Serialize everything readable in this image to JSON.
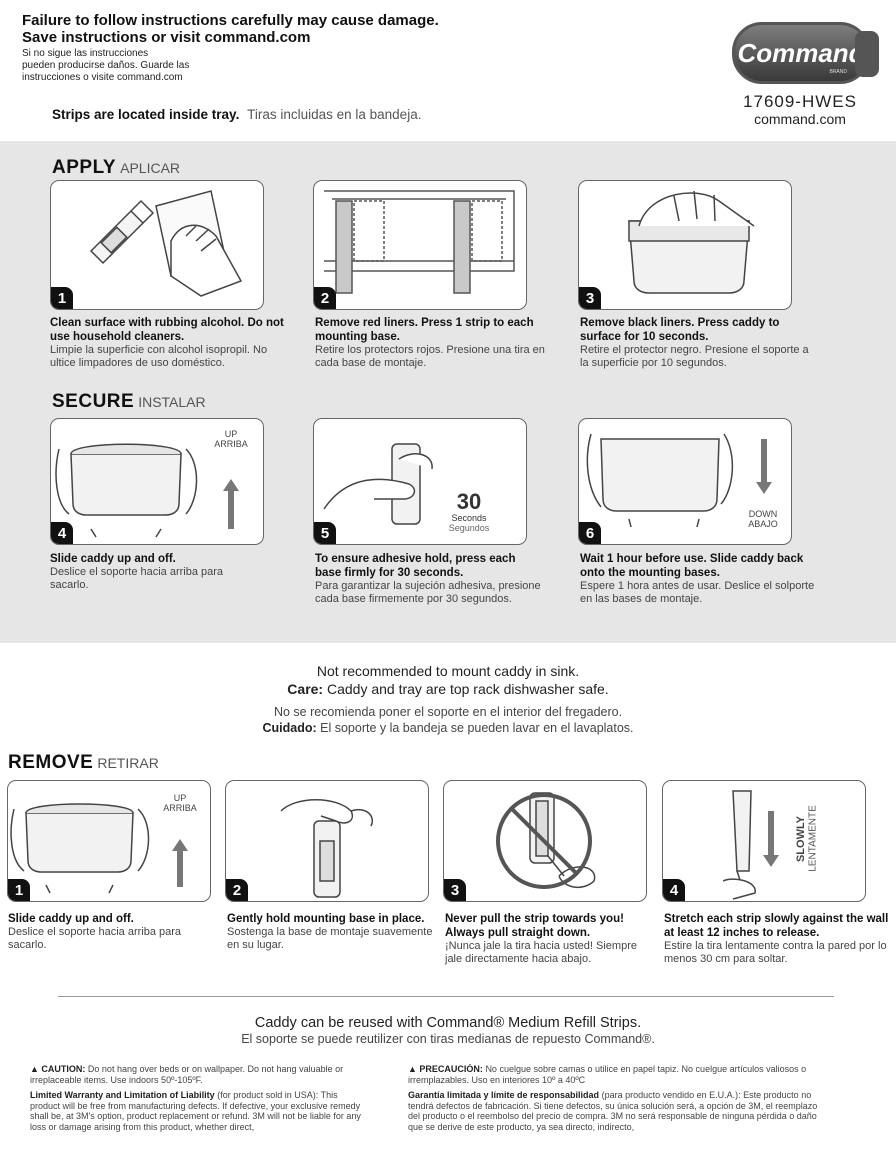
{
  "header": {
    "warning_en_1": "Failure to follow instructions carefully may cause damage.",
    "warning_en_2": "Save instructions or visit command.com",
    "warning_es_1": "Si no sigue las instrucciones",
    "warning_es_2": "pueden producirse daños. Guarde las",
    "warning_es_3": "instrucciones o visite command.com",
    "strips_en": "Strips are located inside tray.",
    "strips_es": "Tiras incluidas en la bandeja.",
    "logo_text": "Command",
    "logo_brand": "BRAND",
    "sku": "17609-HWES",
    "site": "command.com"
  },
  "apply": {
    "title": "APPLY",
    "subtitle": "APLICAR",
    "steps": [
      {
        "num": "1",
        "en": "Clean surface with rubbing alcohol. Do not use household cleaners.",
        "es": "Limpie la superficie con alcohol isopropil. No ultice limpadores de uso doméstico."
      },
      {
        "num": "2",
        "en": "Remove red liners. Press 1 strip to each mounting base.",
        "es": "Retire los protectors rojos. Presione una tira en cada base de montaje."
      },
      {
        "num": "3",
        "en": "Remove black liners. Press caddy to surface for 10 seconds.",
        "es": "Retire el protector negro. Presione el soporte a la superficie por 10 segundos."
      }
    ]
  },
  "secure": {
    "title": "SECURE",
    "subtitle": "INSTALAR",
    "up_en": "UP",
    "up_es": "ARRIBA",
    "seconds_num": "30",
    "seconds_en": "Seconds",
    "seconds_es": "Segundos",
    "down_en": "DOWN",
    "down_es": "ABAJO",
    "steps": [
      {
        "num": "4",
        "en": "Slide caddy up and off.",
        "es": "Deslice el soporte hacia arriba para sacarlo."
      },
      {
        "num": "5",
        "en": "To ensure adhesive hold, press each base firmly for 30 seconds.",
        "es": "Para garantizar la sujeción adhesiva, presione cada base firmemente por 30 segundos."
      },
      {
        "num": "6",
        "en": "Wait 1 hour before use. Slide caddy back onto the mounting bases.",
        "es": "Espere 1 hora antes de usar. Deslice el solporte en las bases de montaje."
      }
    ]
  },
  "care": {
    "line1": "Not recommended to mount caddy in sink.",
    "care_label": "Care:",
    "line2": "Caddy and tray are top rack dishwasher safe.",
    "line3": "No se recomienda poner el soporte en el interior del fregadero.",
    "cuidado_label": "Cuidado:",
    "line4": "El soporte y la bandeja se pueden lavar en el lavaplatos."
  },
  "remove": {
    "title": "REMOVE",
    "subtitle": "RETIRAR",
    "up_en": "UP",
    "up_es": "ARRIBA",
    "slowly_en": "SLOWLY",
    "slowly_es": "LENTAMENTE",
    "steps": [
      {
        "num": "1",
        "en": "Slide caddy up and off.",
        "es": "Deslice el soporte hacia arriba para sacarlo."
      },
      {
        "num": "2",
        "en": "Gently hold mounting base in place.",
        "es": "Sostenga la base de montaje suavemente en su lugar."
      },
      {
        "num": "3",
        "en": "Never pull the strip towards you! Always pull straight down.",
        "es": "¡Nunca jale la tira hacia usted! Siempre jale directamente hacia abajo."
      },
      {
        "num": "4",
        "en": "Stretch each strip slowly against the wall at least 12 inches to release.",
        "es": "Estire la tira lentamente contra la pared por lo menos 30 cm para soltar."
      }
    ]
  },
  "refill": {
    "en": "Caddy can be reused with Command® Medium Refill Strips.",
    "es": "El soporte se puede reutilizer con tiras medianas de repuesto Command®."
  },
  "fine_print": {
    "caution_label": "▲ CAUTION:",
    "caution_text": "Do not hang over beds or on wallpaper. Do not hang valuable or irreplaceable items. Use indoors 50º-105ºF.",
    "warranty_label": "Limited Warranty and Limitation of Liability",
    "warranty_text": "(for product sold in USA): This product will be free from manufacturing defects. If defective, your exclusive remedy shall be, at 3M's option, product replacement or refund. 3M will not be liable for any loss or damage arising from this product, whether direct,",
    "precaucion_label": "▲ PRECAUCIÓN:",
    "precaucion_text": "No cuelgue sobre camas o utilice en papel tapiz. No cuelgue artículos valiosos o irremplazables. Uso en interiores 10º a 40ºC",
    "garantia_label": "Garantía limitada y límite de responsabilidad",
    "garantia_text": "(para producto vendido en E.U.A.): Este producto no tendrá defectos de fabricación. Si tiene defectos, su única solución será, a opción de 3M, el reemplazo del producto o el reembolso del precio de compra. 3M no será responsable de ninguna pérdida o daño que se derive de este producto, ya sea directo, indirecto,"
  }
}
